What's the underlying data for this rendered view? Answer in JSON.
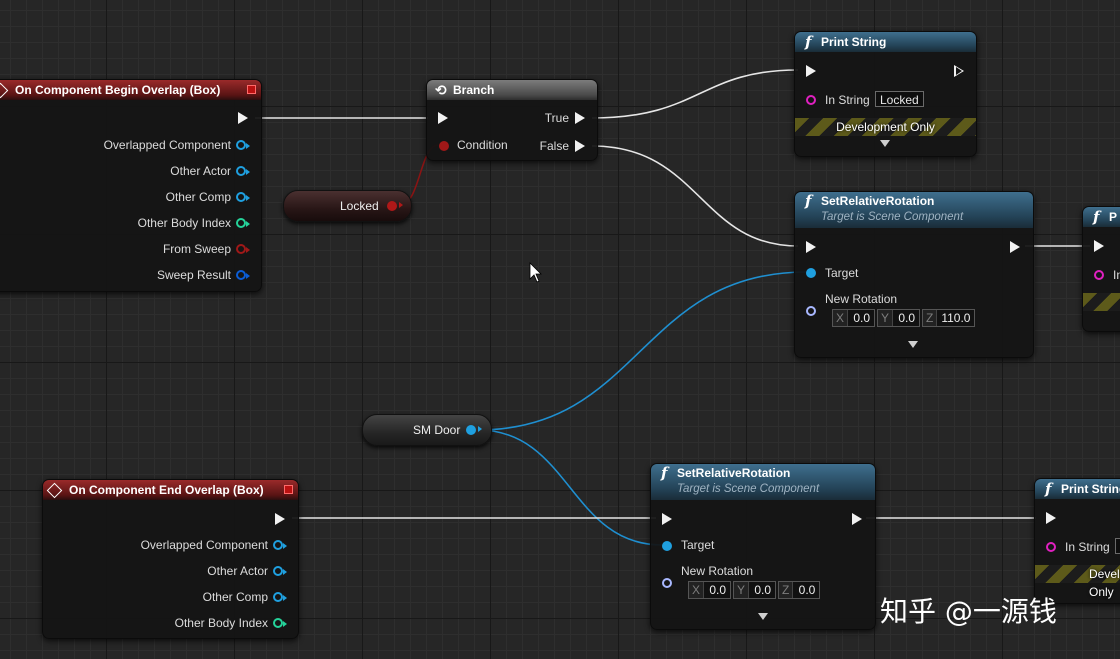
{
  "nodes": {
    "begin_overlap": {
      "title": "On Component Begin Overlap (Box)",
      "pins": [
        "Overlapped Component",
        "Other Actor",
        "Other Comp",
        "Other Body Index",
        "From Sweep",
        "Sweep Result"
      ]
    },
    "end_overlap": {
      "title": "On Component End Overlap (Box)",
      "pins": [
        "Overlapped Component",
        "Other Actor",
        "Other Comp",
        "Other Body Index"
      ]
    },
    "branch": {
      "title": "Branch",
      "condition": "Condition",
      "true_label": "True",
      "false_label": "False"
    },
    "print_string_1": {
      "title": "Print String",
      "in_string_label": "In String",
      "in_string_value": "Locked",
      "dev_only": "Development Only"
    },
    "set_rot_1": {
      "title": "SetRelativeRotation",
      "subtitle": "Target is Scene Component",
      "target": "Target",
      "new_rotation": "New Rotation",
      "x": "0.0",
      "y": "0.0",
      "z": "110.0"
    },
    "set_rot_2": {
      "title": "SetRelativeRotation",
      "subtitle": "Target is Scene Component",
      "target": "Target",
      "new_rotation": "New Rotation",
      "x": "0.0",
      "y": "0.0",
      "z": "0.0"
    },
    "print_string_2": {
      "title": "Print String",
      "in_string_label": "In String",
      "dev_only": "Development Only"
    },
    "print_partial": {
      "title": "P",
      "in_label": "In"
    }
  },
  "variables": {
    "locked": "Locked",
    "sm_door": "SM Door"
  },
  "axis_labels": {
    "x": "X",
    "y": "Y",
    "z": "Z"
  },
  "watermark": "知乎 @一源钱",
  "colors": {
    "exec": "#f2f2f2",
    "object_pin": "#1fa0e0",
    "bool_pin": "#a01818",
    "int_pin": "#25d39a",
    "struct_pin": "#0b5dd6",
    "string_pin": "#e020c0",
    "rotator_pin": "#a9b8ff"
  }
}
